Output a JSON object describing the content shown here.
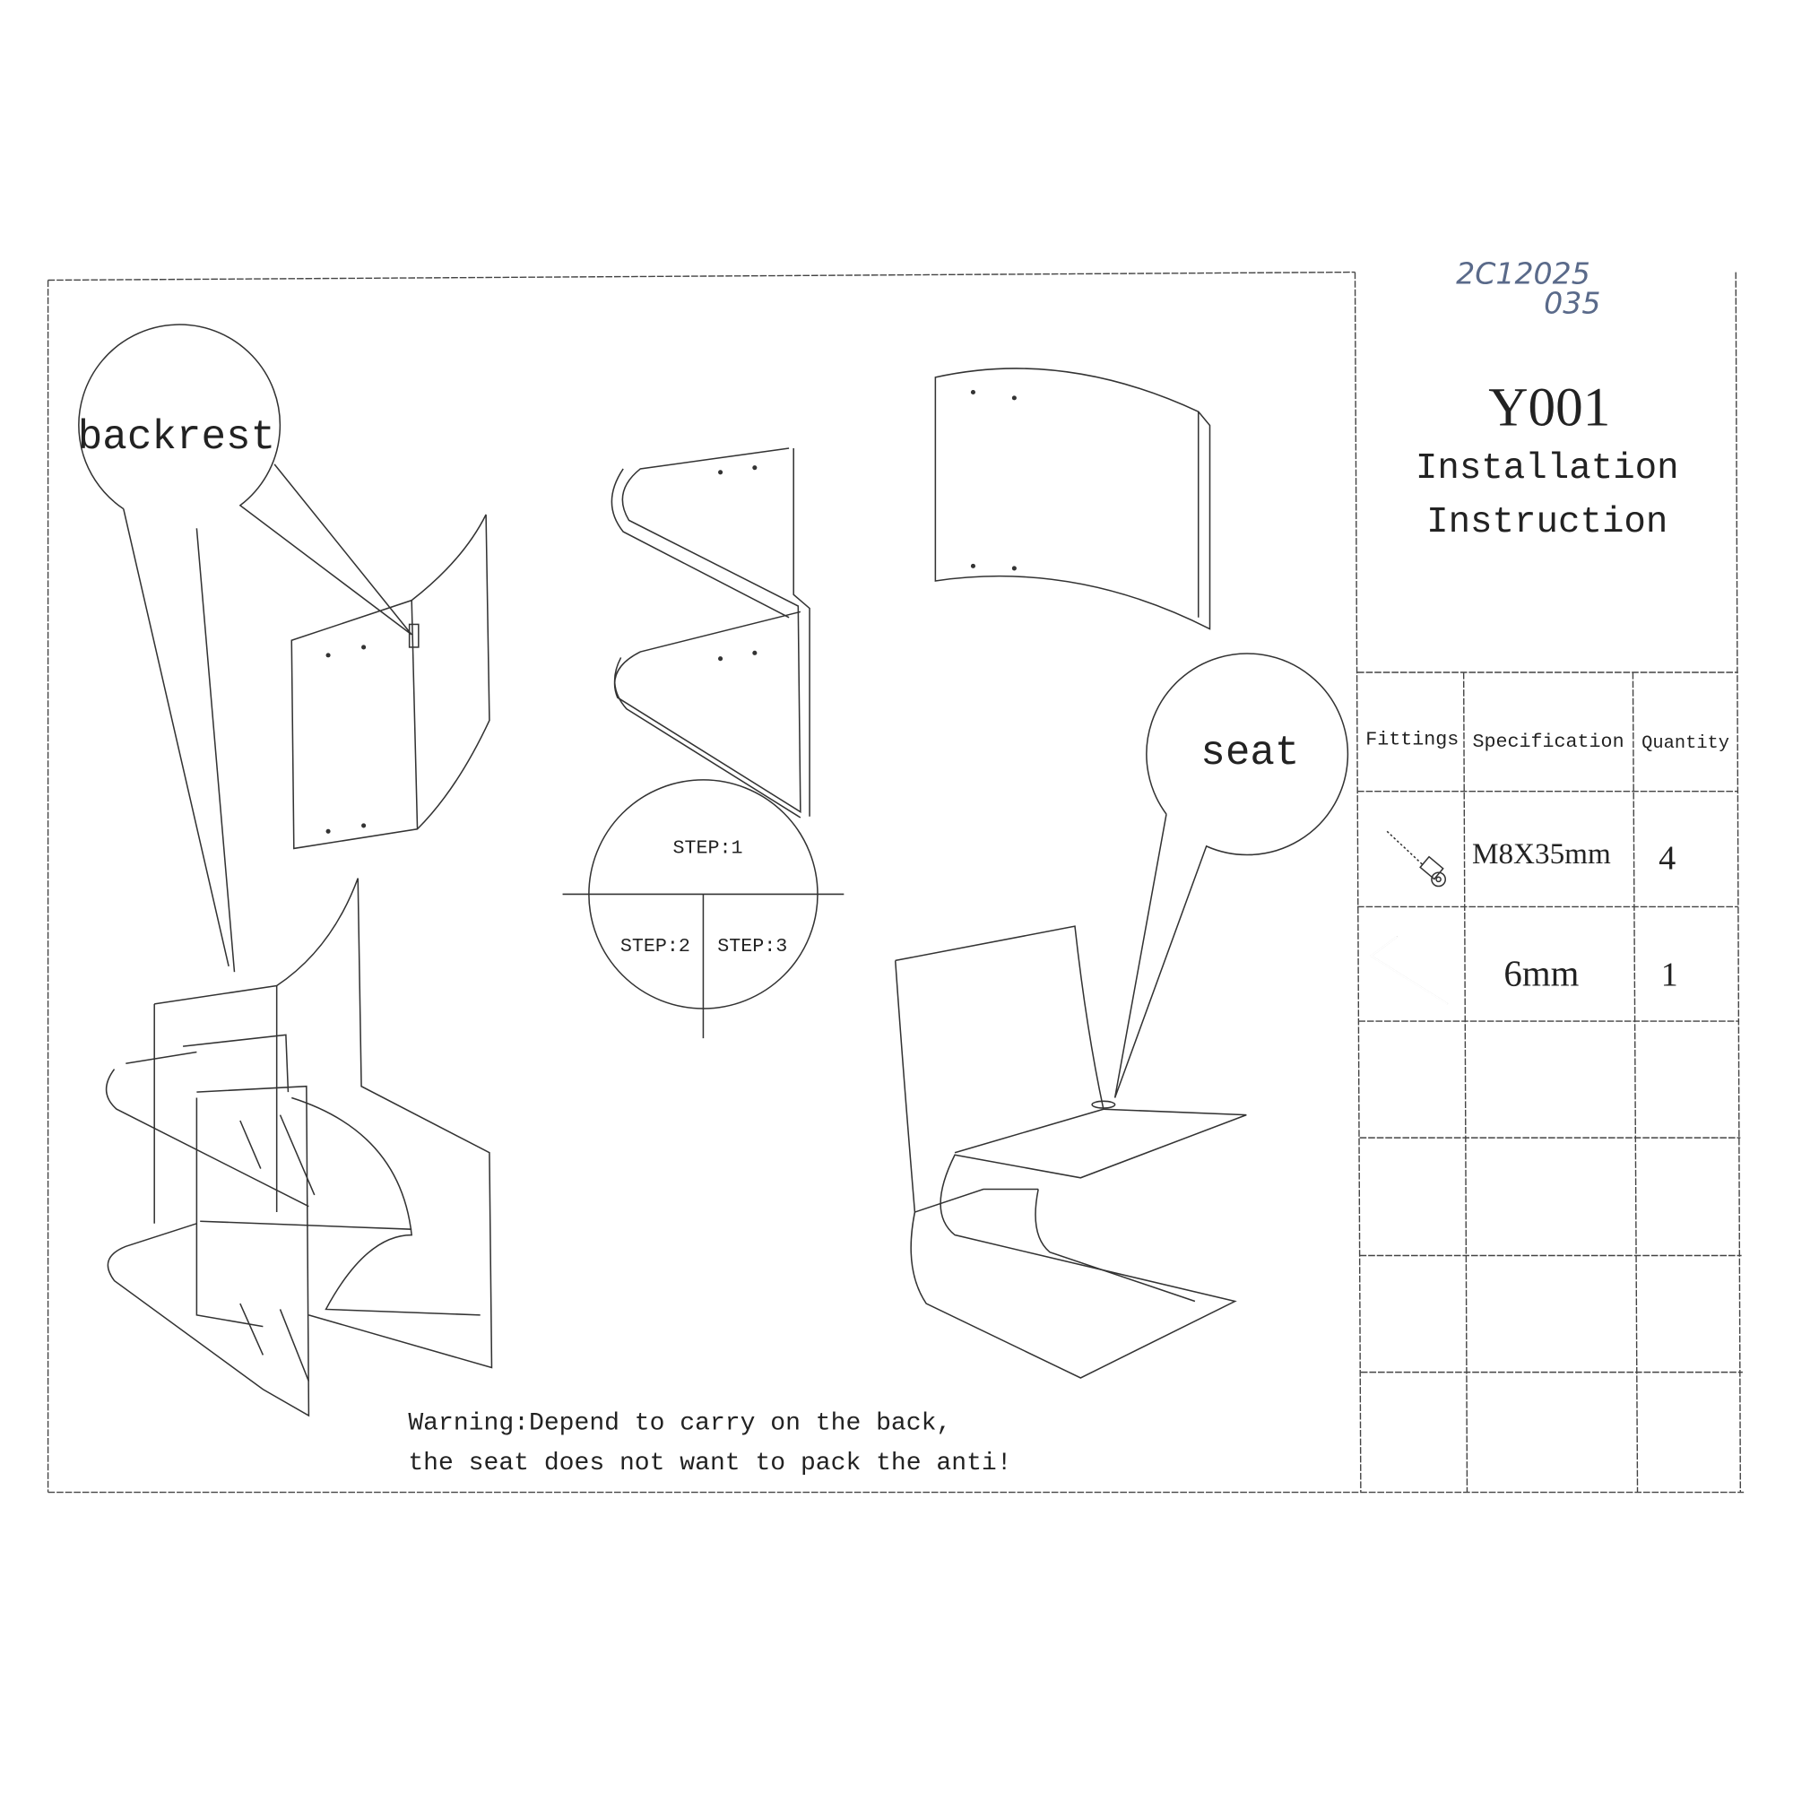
{
  "handwritten_note": [
    "2C12025",
    "035"
  ],
  "title": {
    "model": "Y001",
    "line1": "Installation",
    "line2": "Instruction"
  },
  "callouts": {
    "backrest": "backrest",
    "seat": "seat"
  },
  "steps": [
    "STEP:1",
    "STEP:2",
    "STEP:3"
  ],
  "fittings_table": {
    "headers": [
      "Fittings",
      "Specification",
      "Quantity"
    ],
    "rows": [
      {
        "icon": "bolt-icon",
        "specification": "M8X35mm",
        "quantity": "4"
      },
      {
        "icon": "hex-key-icon",
        "specification": "6mm",
        "quantity": "1"
      }
    ],
    "empty_rows": 4
  },
  "warning": {
    "line1": "Warning:Depend to carry on the back,",
    "line2": "the seat does not want to pack the anti!"
  }
}
